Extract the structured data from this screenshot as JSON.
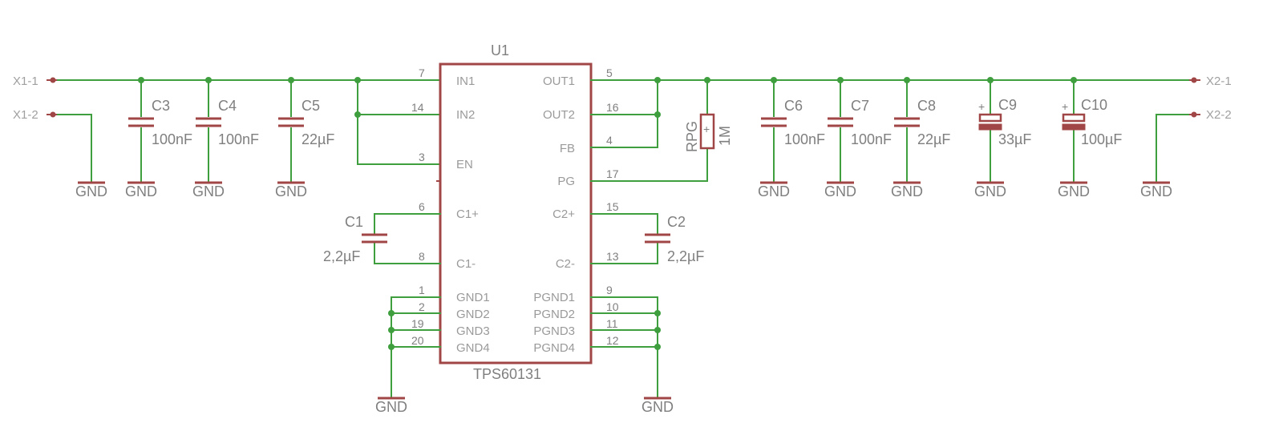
{
  "ic": {
    "ref": "U1",
    "value": "TPS60131",
    "left_pins": [
      {
        "num": "7",
        "name": "IN1"
      },
      {
        "num": "14",
        "name": "IN2"
      },
      {
        "num": "3",
        "name": "EN"
      },
      {
        "num": "6",
        "name": "C1+"
      },
      {
        "num": "8",
        "name": "C1-"
      },
      {
        "num": "1",
        "name": "GND1"
      },
      {
        "num": "2",
        "name": "GND2"
      },
      {
        "num": "19",
        "name": "GND3"
      },
      {
        "num": "20",
        "name": "GND4"
      }
    ],
    "right_pins": [
      {
        "num": "5",
        "name": "OUT1"
      },
      {
        "num": "16",
        "name": "OUT2"
      },
      {
        "num": "4",
        "name": "FB"
      },
      {
        "num": "17",
        "name": "PG"
      },
      {
        "num": "15",
        "name": "C2+"
      },
      {
        "num": "13",
        "name": "C2-"
      },
      {
        "num": "9",
        "name": "PGND1"
      },
      {
        "num": "10",
        "name": "PGND2"
      },
      {
        "num": "11",
        "name": "PGND3"
      },
      {
        "num": "12",
        "name": "PGND4"
      }
    ]
  },
  "connectors": {
    "x1_1": "X1-1",
    "x1_2": "X1-2",
    "x2_1": "X2-1",
    "x2_2": "X2-2"
  },
  "capacitors": [
    {
      "ref": "C3",
      "value": "100nF"
    },
    {
      "ref": "C4",
      "value": "100nF"
    },
    {
      "ref": "C5",
      "value": "22µF"
    },
    {
      "ref": "C1",
      "value": "2,2µF"
    },
    {
      "ref": "C2",
      "value": "2,2µF"
    },
    {
      "ref": "C6",
      "value": "100nF"
    },
    {
      "ref": "C7",
      "value": "100nF"
    },
    {
      "ref": "C8",
      "value": "22µF"
    },
    {
      "ref": "C9",
      "value": "33µF"
    },
    {
      "ref": "C10",
      "value": "100µF"
    }
  ],
  "resistor": {
    "ref": "RPG",
    "value": "1M"
  },
  "ground_label": "GND",
  "colors": {
    "wire": "#3f9f3f",
    "component": "#a04646",
    "text": "#7f7f7f"
  }
}
